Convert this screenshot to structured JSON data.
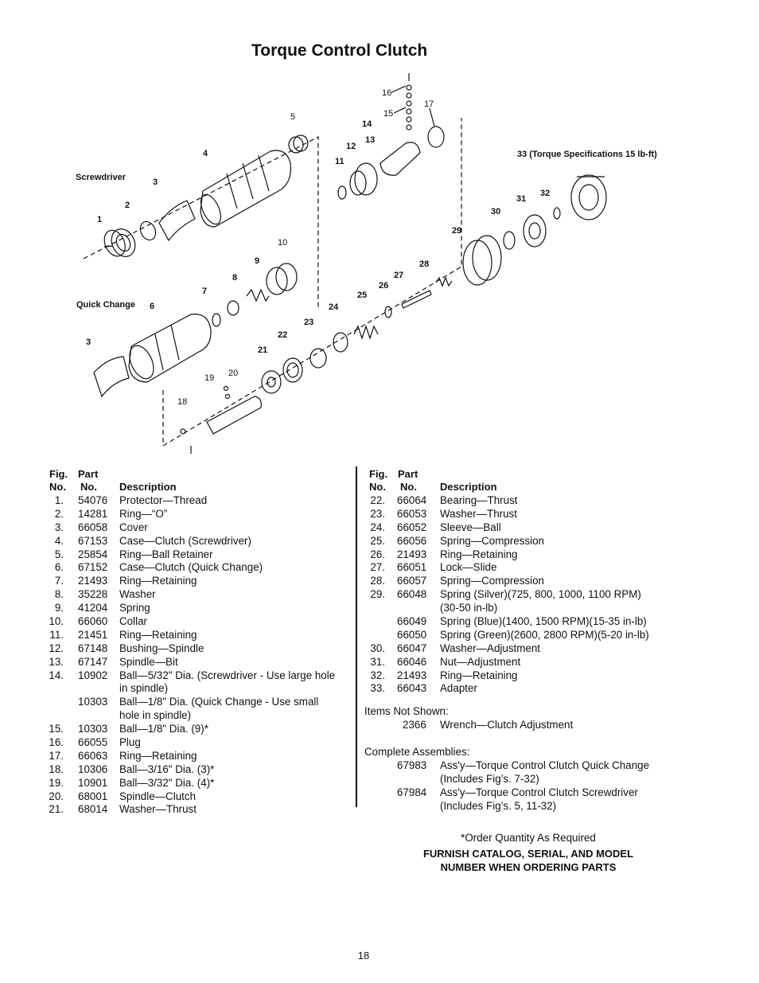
{
  "title": "Torque Control Clutch",
  "diagram": {
    "labels": {
      "screwdriver": "Screwdriver",
      "quick_change": "Quick Change",
      "torque_spec": "33 (Torque Specifications 15 lb-ft)",
      "n1": "1",
      "n2": "2",
      "n3a": "3",
      "n3b": "3",
      "n4": "4",
      "n5": "5",
      "n6": "6",
      "n7": "7",
      "n8": "8",
      "n9": "9",
      "n10": "10",
      "n11": "11",
      "n12": "12",
      "n13": "13",
      "n14": "14",
      "n15": "15",
      "n16": "16",
      "n17": "17",
      "n18": "18",
      "n19": "19",
      "n20": "20",
      "n21": "21",
      "n22": "22",
      "n23": "23",
      "n24": "24",
      "n25": "25",
      "n26": "26",
      "n27": "27",
      "n28": "28",
      "n29": "29",
      "n30": "30",
      "n31": "31",
      "n32": "32"
    }
  },
  "table_header": {
    "fig": "Fig.",
    "no": "No.",
    "part": "Part",
    "part_no": "No.",
    "description": "Description"
  },
  "left_rows": [
    {
      "fig": "1.",
      "part": "54076",
      "desc": "Protector—Thread"
    },
    {
      "fig": "2.",
      "part": "14281",
      "desc": "Ring—“O”"
    },
    {
      "fig": "3.",
      "part": "66058",
      "desc": "Cover"
    },
    {
      "fig": "4.",
      "part": "67153",
      "desc": "Case—Clutch (Screwdriver)"
    },
    {
      "fig": "5.",
      "part": "25854",
      "desc": "Ring—Ball Retainer"
    },
    {
      "fig": "6.",
      "part": "67152",
      "desc": "Case—Clutch (Quick Change)"
    },
    {
      "fig": "7.",
      "part": "21493",
      "desc": "Ring—Retaining"
    },
    {
      "fig": "8.",
      "part": "35228",
      "desc": "Washer"
    },
    {
      "fig": "9.",
      "part": "41204",
      "desc": "Spring"
    },
    {
      "fig": "10.",
      "part": "66060",
      "desc": "Collar"
    },
    {
      "fig": "11.",
      "part": "21451",
      "desc": "Ring—Retaining"
    },
    {
      "fig": "12.",
      "part": "67148",
      "desc": "Bushing—Spindle"
    },
    {
      "fig": "13.",
      "part": "67147",
      "desc": "Spindle—Bit"
    },
    {
      "fig": "14.",
      "part": "10902",
      "desc": "Ball—5/32\" Dia. (Screwdriver - Use large hole"
    },
    {
      "fig": "",
      "part": "",
      "desc": "in spindle)"
    },
    {
      "fig": "",
      "part": "10303",
      "desc": "Ball—1/8\" Dia. (Quick Change - Use small"
    },
    {
      "fig": "",
      "part": "",
      "desc": "hole in spindle)"
    },
    {
      "fig": "15.",
      "part": "10303",
      "desc": "Ball—1/8\" Dia. (9)*"
    },
    {
      "fig": "16.",
      "part": "66055",
      "desc": "Plug"
    },
    {
      "fig": "17.",
      "part": "66063",
      "desc": "Ring—Retaining"
    },
    {
      "fig": "18.",
      "part": "10306",
      "desc": "Ball—3/16\" Dia. (3)*"
    },
    {
      "fig": "19.",
      "part": "10901",
      "desc": "Ball—3/32\" Dia. (4)*"
    },
    {
      "fig": "20.",
      "part": "68001",
      "desc": "Spindle—Clutch"
    },
    {
      "fig": "21.",
      "part": "68014",
      "desc": "Washer—Thrust"
    }
  ],
  "right_rows": [
    {
      "fig": "22.",
      "part": "66064",
      "desc": "Bearing—Thrust"
    },
    {
      "fig": "23.",
      "part": "66053",
      "desc": "Washer—Thrust"
    },
    {
      "fig": "24.",
      "part": "66052",
      "desc": "Sleeve—Ball"
    },
    {
      "fig": "25.",
      "part": "66056",
      "desc": "Spring—Compression"
    },
    {
      "fig": "26.",
      "part": "21493",
      "desc": "Ring—Retaining"
    },
    {
      "fig": "27.",
      "part": "66051",
      "desc": "Lock—Slide"
    },
    {
      "fig": "28.",
      "part": "66057",
      "desc": "Spring—Compression"
    },
    {
      "fig": "29.",
      "part": "66048",
      "desc": "Spring (Silver)(725, 800, 1000, 1100 RPM)"
    },
    {
      "fig": "",
      "part": "",
      "desc": "(30-50 in-lb)"
    },
    {
      "fig": "",
      "part": "66049",
      "desc": "Spring (Blue)(1400, 1500 RPM)(15-35 in-lb)"
    },
    {
      "fig": "",
      "part": "66050",
      "desc": "Spring (Green)(2600, 2800 RPM)(5-20 in-lb)"
    },
    {
      "fig": "30.",
      "part": "66047",
      "desc": "Washer—Adjustment"
    },
    {
      "fig": "31.",
      "part": "66046",
      "desc": "Nut—Adjustment"
    },
    {
      "fig": "32.",
      "part": "21493",
      "desc": "Ring—Retaining"
    },
    {
      "fig": "33.",
      "part": "66043",
      "desc": "Adapter"
    }
  ],
  "items_not_shown": {
    "heading": "Items Not Shown:",
    "rows": [
      {
        "part": "2366",
        "desc": "Wrench—Clutch Adjustment"
      }
    ]
  },
  "complete_assemblies": {
    "heading": "Complete Assemblies:",
    "rows": [
      {
        "part": "67983",
        "desc": "Ass'y—Torque Control Clutch Quick Change"
      },
      {
        "part": "",
        "desc": "(Includes Fig’s. 7-32)"
      },
      {
        "part": "67984",
        "desc": "Ass'y—Torque Control Clutch Screwdriver"
      },
      {
        "part": "",
        "desc": "(Includes Fig’s. 5, 11-32)"
      }
    ]
  },
  "order_note": "*Order Quantity As Required",
  "furnish_line1": "FURNISH CATALOG, SERIAL, AND MODEL",
  "furnish_line2": "NUMBER WHEN ORDERING PARTS",
  "page_number": "18"
}
